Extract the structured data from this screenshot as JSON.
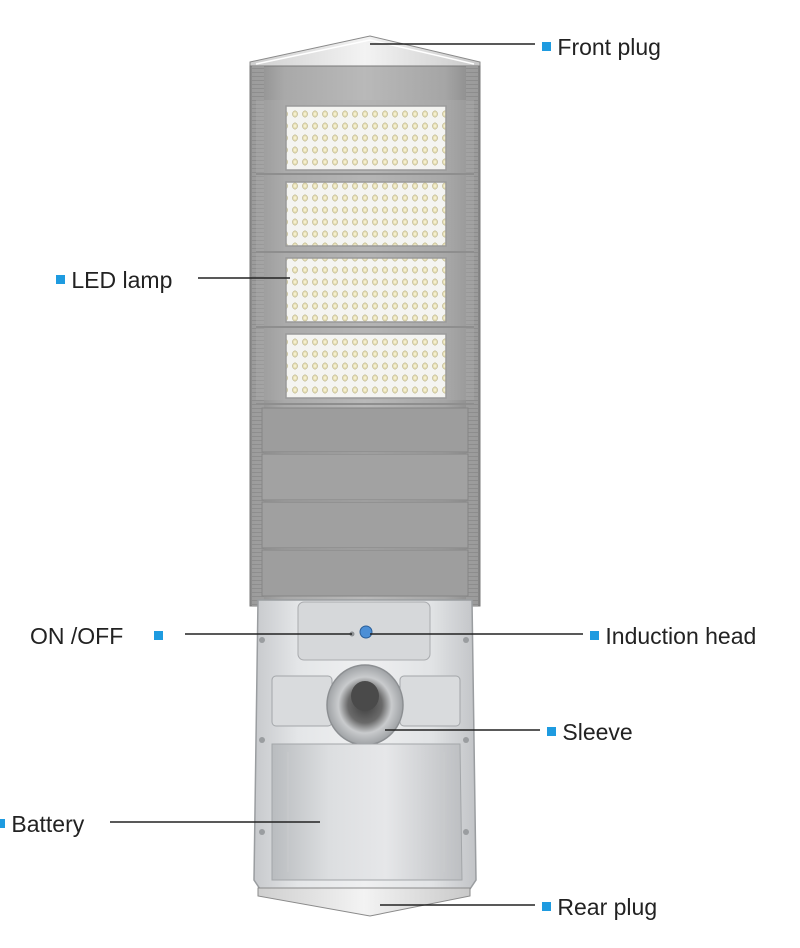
{
  "accent_color": "#1e9be0",
  "labels": {
    "front_plug": "Front plug",
    "led_lamp": "LED lamp",
    "on_off": "ON /OFF",
    "induction_head": "Induction head",
    "sleeve": "Sleeve",
    "battery": "Battery",
    "rear_plug": "Rear plug"
  }
}
